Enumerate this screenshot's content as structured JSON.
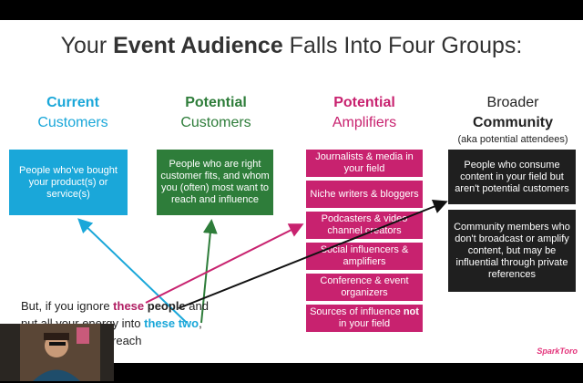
{
  "slide": {
    "title_pre": "Your ",
    "title_bold": "Event Audience",
    "title_post": " Falls Into Four Groups:",
    "groups": [
      {
        "line1": "Current",
        "line2": "Customers",
        "color": "#1aa7d9",
        "box": "People who've bought your product(s) or service(s)"
      },
      {
        "line1": "Potential",
        "line2": "Customers",
        "color": "#2e7d3a",
        "box": "People who are right customer fits, and whom you (often) most want to reach and influence"
      },
      {
        "line1": "Potential",
        "line2": "Amplifiers",
        "color": "#c8226f"
      },
      {
        "line1": "Broader",
        "line2": "Community",
        "line3": "(aka potential attendees)",
        "color": "#222222"
      }
    ],
    "amplifiers": [
      "Journalists & media in your field",
      "Niche writers & bloggers",
      "Podcasters & video channel creators",
      "Social influencers & amplifiers",
      "Conference & event organizers"
    ],
    "amp_last_pre": "Sources of influence ",
    "amp_last_bold": "not",
    "amp_last_post": " in your field",
    "community": [
      "People who consume content in your field but aren't potential customers",
      "Community members who don't broadcast or amplify content, but may be influential through private references"
    ],
    "bottom": {
      "l1_a": "But, if you ignore ",
      "l1_b": "these",
      "l1_c": " ",
      "l1_d": "people",
      "l1_e": " and",
      "l2_a": "put all your energy into ",
      "l2_b": "these two",
      "l2_c": ",",
      "l3": "limit your event's reach"
    },
    "logo": "SparkToro"
  },
  "colors": {
    "cyan": "#1aa7d9",
    "green": "#2e7d3a",
    "magenta": "#c8226f",
    "black": "#1f1f1f"
  }
}
